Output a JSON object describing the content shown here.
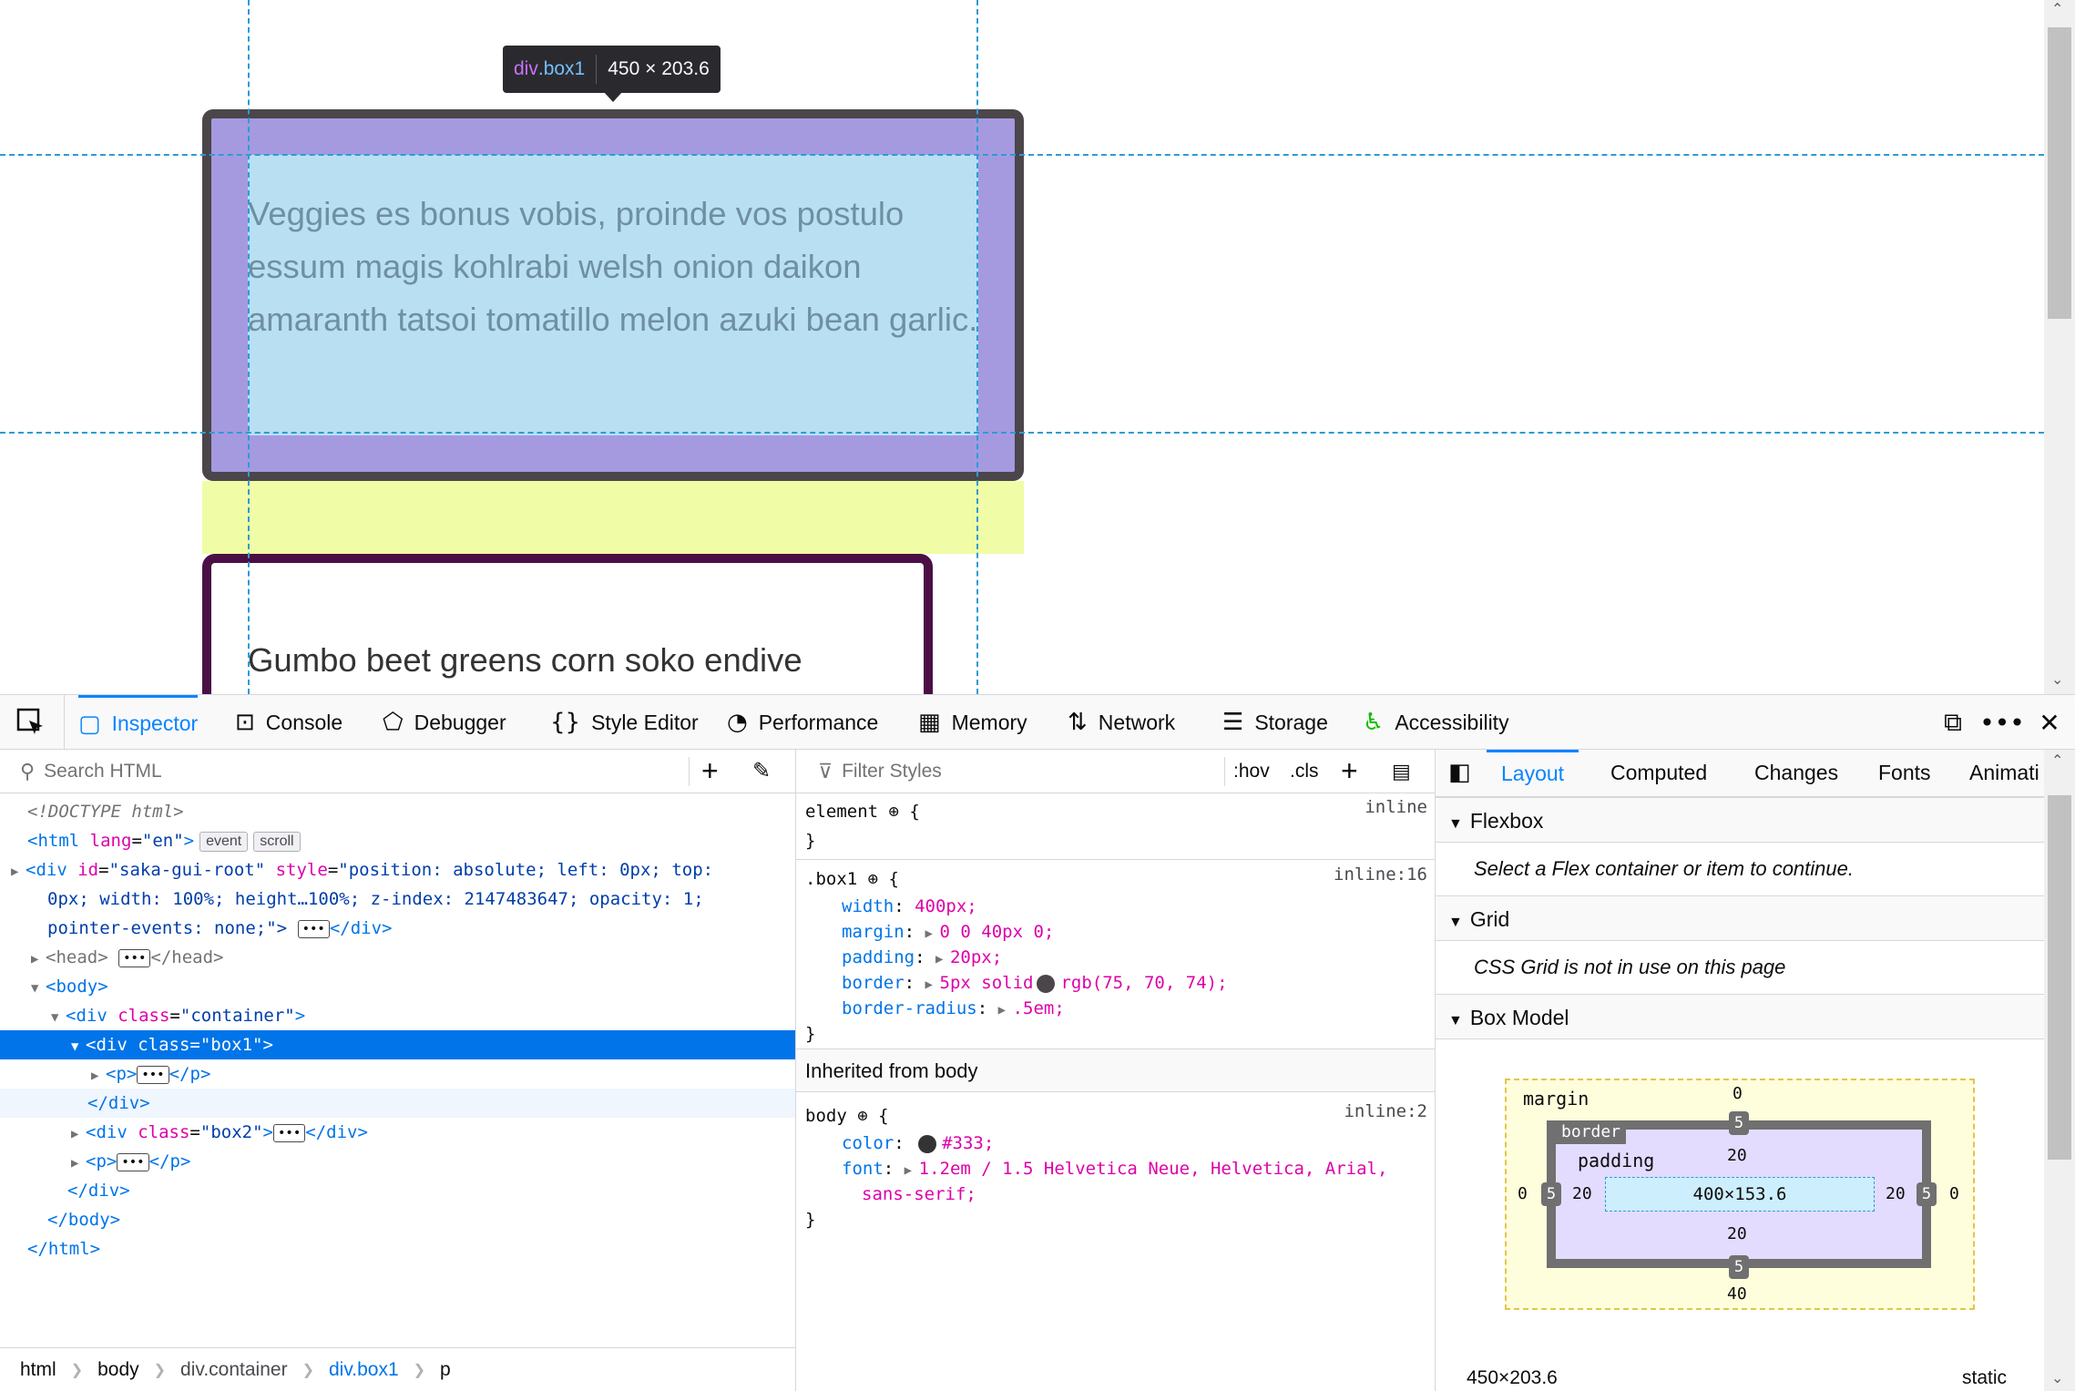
{
  "viewport": {
    "box1_text": "Veggies es bonus vobis, proinde vos postulo essum magis kohlrabi welsh onion daikon amaranth tatsoi tomatillo melon azuki bean garlic.",
    "box2_text": "Gumbo beet greens corn soko endive",
    "tooltip": {
      "tag": "div",
      "class": ".box1",
      "dims": "450 × 203.6"
    }
  },
  "toolbar": {
    "tabs": [
      {
        "label": "Inspector",
        "icon": "inspector-icon",
        "selected": true
      },
      {
        "label": "Console",
        "icon": "console-icon"
      },
      {
        "label": "Debugger",
        "icon": "debugger-icon"
      },
      {
        "label": "Style Editor",
        "icon": "style-editor-icon"
      },
      {
        "label": "Performance",
        "icon": "performance-icon"
      },
      {
        "label": "Memory",
        "icon": "memory-icon"
      },
      {
        "label": "Network",
        "icon": "network-icon"
      },
      {
        "label": "Storage",
        "icon": "storage-icon"
      },
      {
        "label": "Accessibility",
        "icon": "accessibility-icon"
      }
    ]
  },
  "markup": {
    "search_placeholder": "Search HTML",
    "doctype": "<!DOCTYPE html>",
    "html_open": {
      "tag": "html",
      "attr": "lang",
      "val": "\"en\"",
      "badges": [
        "event",
        "scroll"
      ]
    },
    "root_div": {
      "line1_attr1": "id",
      "line1_val1": "\"saka-gui-root\"",
      "line1_attr2": "style",
      "line1_val2": "\"position: absolute; left: 0px; top:",
      "line2": "0px; width: 100%; height…100%; z-index: 2147483647; opacity: 1;",
      "line3": "pointer-events: none;\">"
    },
    "head": "<head>",
    "head_close": "</head>",
    "body": "<body>",
    "container": {
      "attr": "class",
      "val": "\"container\""
    },
    "box1": {
      "attr": "class",
      "val": "\"box1\""
    },
    "p_open": "<p>",
    "p_close": "</p>",
    "div_close": "</div>",
    "box2": {
      "attr": "class",
      "val": "\"box2\""
    },
    "body_close": "</body>",
    "html_close": "</html>",
    "breadcrumbs": [
      "html",
      "body",
      "div.container",
      "div.box1",
      "p"
    ]
  },
  "rules": {
    "filter_placeholder": "Filter Styles",
    "hov": ":hov",
    "cls": ".cls",
    "element_sel": "element",
    "element_src": "inline",
    "box1_sel": ".box1",
    "box1_src": "inline:16",
    "box1_props": [
      {
        "name": "width",
        "value": "400px;"
      },
      {
        "name": "margin",
        "value": "0 0 40px 0;"
      },
      {
        "name": "padding",
        "value": "20px;"
      },
      {
        "name": "border",
        "value": "5px solid",
        "value2": "rgb(75, 70, 74);"
      },
      {
        "name": "border-radius",
        "value": ".5em;"
      }
    ],
    "inherited_label": "Inherited from body",
    "body_sel": "body",
    "body_src": "inline:2",
    "body_color": "#333;",
    "body_font1": "1.2em / 1.5 Helvetica Neue, Helvetica, Arial,",
    "body_font2": "sans-serif;"
  },
  "side": {
    "tabs": [
      "Layout",
      "Computed",
      "Changes",
      "Fonts",
      "Animati"
    ],
    "flexbox_title": "Flexbox",
    "flexbox_msg": "Select a Flex container or item to continue.",
    "grid_title": "Grid",
    "grid_msg": "CSS Grid is not in use on this page",
    "boxmodel_title": "Box Model",
    "bm": {
      "margin_label": "margin",
      "border_label": "border",
      "padding_label": "padding",
      "margin_top": "0",
      "margin_right": "0",
      "margin_bottom": "40",
      "margin_left": "0",
      "border_top": "5",
      "border_right": "5",
      "border_bottom": "5",
      "border_left": "5",
      "padding_top": "20",
      "padding_right": "20",
      "padding_bottom": "20",
      "padding_left": "20",
      "content": "400×153.6"
    },
    "footer_dims": "450×203.6",
    "footer_pos": "static"
  },
  "colors": {
    "accent": "#0a84ff",
    "selection": "#0074e8"
  }
}
